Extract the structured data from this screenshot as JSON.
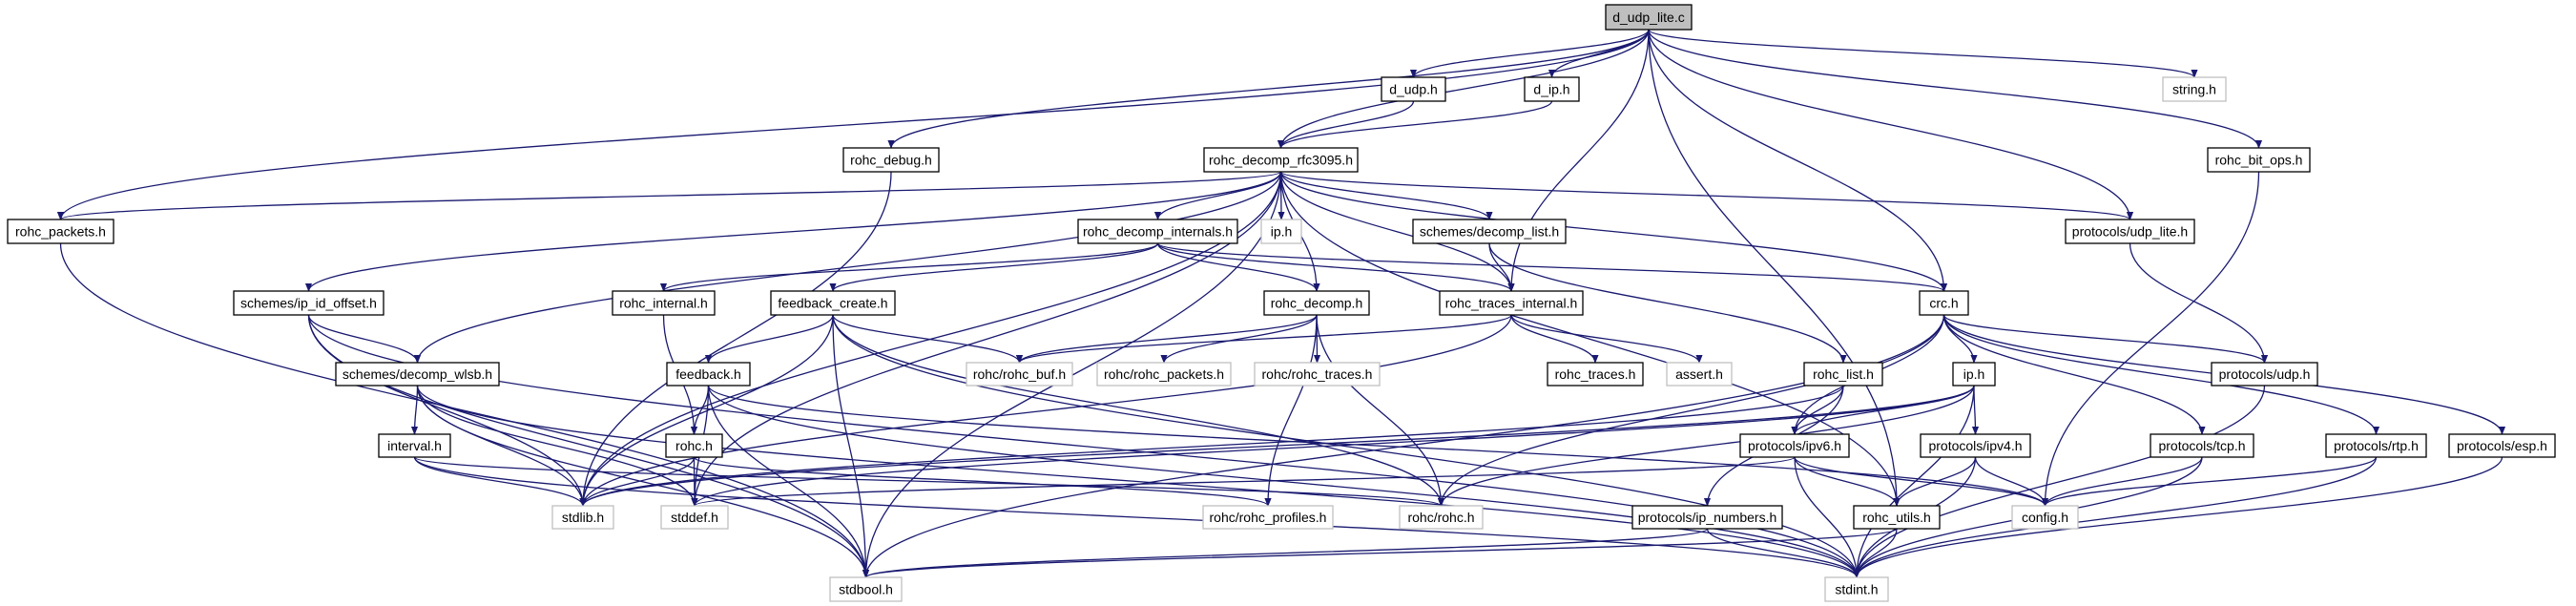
{
  "title": "d_udp_lite.c include dependency graph",
  "colors": {
    "edge": "#191970",
    "node_border": "#000000",
    "external_border": "#bfbfbf",
    "root_fill": "#bfbfbf",
    "node_fill": "#ffffff"
  },
  "nodes": [
    {
      "id": "root",
      "label": "d_udp_lite.c",
      "kind": "root"
    },
    {
      "id": "d_udp",
      "label": "d_udp.h",
      "kind": "internal"
    },
    {
      "id": "d_ip",
      "label": "d_ip.h",
      "kind": "internal"
    },
    {
      "id": "string",
      "label": "string.h",
      "kind": "external"
    },
    {
      "id": "rohc_debug",
      "label": "rohc_debug.h",
      "kind": "internal"
    },
    {
      "id": "rfc3095",
      "label": "rohc_decomp_rfc3095.h",
      "kind": "internal"
    },
    {
      "id": "bit_ops",
      "label": "rohc_bit_ops.h",
      "kind": "internal"
    },
    {
      "id": "rohc_packets",
      "label": "rohc_packets.h",
      "kind": "internal"
    },
    {
      "id": "decomp_internals",
      "label": "rohc_decomp_internals.h",
      "kind": "internal"
    },
    {
      "id": "ip_gray",
      "label": "ip.h",
      "kind": "external"
    },
    {
      "id": "decomp_list",
      "label": "schemes/decomp_list.h",
      "kind": "internal"
    },
    {
      "id": "udp_lite",
      "label": "protocols/udp_lite.h",
      "kind": "internal"
    },
    {
      "id": "ip_id_offset",
      "label": "schemes/ip_id_offset.h",
      "kind": "internal"
    },
    {
      "id": "rohc_internal",
      "label": "rohc_internal.h",
      "kind": "internal"
    },
    {
      "id": "feedback_create",
      "label": "feedback_create.h",
      "kind": "internal"
    },
    {
      "id": "rohc_decomp",
      "label": "rohc_decomp.h",
      "kind": "internal"
    },
    {
      "id": "traces_internal",
      "label": "rohc_traces_internal.h",
      "kind": "internal"
    },
    {
      "id": "crc",
      "label": "crc.h",
      "kind": "internal"
    },
    {
      "id": "decomp_wlsb",
      "label": "schemes/decomp_wlsb.h",
      "kind": "internal"
    },
    {
      "id": "feedback",
      "label": "feedback.h",
      "kind": "internal"
    },
    {
      "id": "rohc_buf",
      "label": "rohc/rohc_buf.h",
      "kind": "external"
    },
    {
      "id": "rohc_rohc_packets",
      "label": "rohc/rohc_packets.h",
      "kind": "external"
    },
    {
      "id": "rohc_rohc_traces",
      "label": "rohc/rohc_traces.h",
      "kind": "external"
    },
    {
      "id": "rohc_traces",
      "label": "rohc_traces.h",
      "kind": "internal"
    },
    {
      "id": "assert",
      "label": "assert.h",
      "kind": "external"
    },
    {
      "id": "rohc_list",
      "label": "rohc_list.h",
      "kind": "internal"
    },
    {
      "id": "ip",
      "label": "ip.h",
      "kind": "internal"
    },
    {
      "id": "udp",
      "label": "protocols/udp.h",
      "kind": "internal"
    },
    {
      "id": "interval",
      "label": "interval.h",
      "kind": "internal"
    },
    {
      "id": "rohc_h",
      "label": "rohc.h",
      "kind": "internal"
    },
    {
      "id": "ipv6",
      "label": "protocols/ipv6.h",
      "kind": "internal"
    },
    {
      "id": "ipv4",
      "label": "protocols/ipv4.h",
      "kind": "internal"
    },
    {
      "id": "tcp",
      "label": "protocols/tcp.h",
      "kind": "internal"
    },
    {
      "id": "rtp",
      "label": "protocols/rtp.h",
      "kind": "internal"
    },
    {
      "id": "esp",
      "label": "protocols/esp.h",
      "kind": "internal"
    },
    {
      "id": "stdlib",
      "label": "stdlib.h",
      "kind": "external"
    },
    {
      "id": "stddef",
      "label": "stddef.h",
      "kind": "external"
    },
    {
      "id": "rohc_profiles",
      "label": "rohc/rohc_profiles.h",
      "kind": "external"
    },
    {
      "id": "rohc_rohc",
      "label": "rohc/rohc.h",
      "kind": "external"
    },
    {
      "id": "ip_numbers",
      "label": "protocols/ip_numbers.h",
      "kind": "internal"
    },
    {
      "id": "rohc_utils",
      "label": "rohc_utils.h",
      "kind": "internal"
    },
    {
      "id": "config",
      "label": "config.h",
      "kind": "external"
    },
    {
      "id": "stdbool",
      "label": "stdbool.h",
      "kind": "external"
    },
    {
      "id": "stdint",
      "label": "stdint.h",
      "kind": "external"
    }
  ],
  "edges": [
    [
      "root",
      "rfc3095"
    ],
    [
      "root",
      "d_udp"
    ],
    [
      "root",
      "d_ip"
    ],
    [
      "root",
      "rohc_debug"
    ],
    [
      "root",
      "rohc_packets"
    ],
    [
      "root",
      "traces_internal"
    ],
    [
      "root",
      "crc"
    ],
    [
      "root",
      "rohc_utils"
    ],
    [
      "root",
      "udp_lite"
    ],
    [
      "root",
      "string"
    ],
    [
      "root",
      "bit_ops"
    ],
    [
      "d_udp",
      "rfc3095"
    ],
    [
      "d_ip",
      "rfc3095"
    ],
    [
      "rfc3095",
      "decomp_internals"
    ],
    [
      "rfc3095",
      "ip_gray"
    ],
    [
      "rfc3095",
      "decomp_list"
    ],
    [
      "rfc3095",
      "rohc_decomp"
    ],
    [
      "rfc3095",
      "crc"
    ],
    [
      "rfc3095",
      "udp_lite"
    ],
    [
      "rfc3095",
      "rohc_packets"
    ],
    [
      "rfc3095",
      "ip_id_offset"
    ],
    [
      "rfc3095",
      "decomp_wlsb"
    ],
    [
      "rfc3095",
      "stdlib"
    ],
    [
      "rfc3095",
      "stddef"
    ],
    [
      "rfc3095",
      "stdbool"
    ],
    [
      "rfc3095",
      "rohc_utils"
    ],
    [
      "rfc3095",
      "traces_internal"
    ],
    [
      "rohc_debug",
      "stdlib"
    ],
    [
      "decomp_internals",
      "rohc_internal"
    ],
    [
      "decomp_internals",
      "feedback_create"
    ],
    [
      "decomp_internals",
      "rohc_decomp"
    ],
    [
      "decomp_internals",
      "traces_internal"
    ],
    [
      "decomp_internals",
      "crc"
    ],
    [
      "decomp_list",
      "traces_internal"
    ],
    [
      "decomp_list",
      "rohc_list"
    ],
    [
      "udp_lite",
      "udp"
    ],
    [
      "rohc_packets",
      "stdbool"
    ],
    [
      "ip_id_offset",
      "decomp_wlsb"
    ],
    [
      "ip_id_offset",
      "stdlib"
    ],
    [
      "ip_id_offset",
      "stdbool"
    ],
    [
      "ip_id_offset",
      "stdint"
    ],
    [
      "rohc_internal",
      "rohc_h"
    ],
    [
      "feedback_create",
      "feedback"
    ],
    [
      "feedback_create",
      "rohc_buf"
    ],
    [
      "feedback_create",
      "stdlib"
    ],
    [
      "feedback_create",
      "stdbool"
    ],
    [
      "feedback_create",
      "stdint"
    ],
    [
      "feedback_create",
      "rohc_rohc"
    ],
    [
      "rohc_decomp",
      "rohc_buf"
    ],
    [
      "rohc_decomp",
      "rohc_rohc_packets"
    ],
    [
      "rohc_decomp",
      "rohc_rohc_traces"
    ],
    [
      "rohc_decomp",
      "rohc_profiles"
    ],
    [
      "rohc_decomp",
      "rohc_rohc"
    ],
    [
      "traces_internal",
      "rohc_buf"
    ],
    [
      "traces_internal",
      "rohc_traces"
    ],
    [
      "traces_internal",
      "assert"
    ],
    [
      "traces_internal",
      "stdlib"
    ],
    [
      "crc",
      "ip"
    ],
    [
      "crc",
      "udp"
    ],
    [
      "crc",
      "tcp"
    ],
    [
      "crc",
      "rtp"
    ],
    [
      "crc",
      "esp"
    ],
    [
      "crc",
      "ipv6"
    ],
    [
      "crc",
      "stdbool"
    ],
    [
      "crc",
      "rohc_rohc"
    ],
    [
      "decomp_wlsb",
      "interval"
    ],
    [
      "decomp_wlsb",
      "stdlib"
    ],
    [
      "decomp_wlsb",
      "stddef"
    ],
    [
      "decomp_wlsb",
      "stdbool"
    ],
    [
      "decomp_wlsb",
      "stdint"
    ],
    [
      "feedback",
      "rohc_h"
    ],
    [
      "feedback",
      "stddef"
    ],
    [
      "feedback",
      "stdbool"
    ],
    [
      "feedback",
      "stdint"
    ],
    [
      "feedback",
      "config"
    ],
    [
      "rohc_list",
      "ipv6"
    ],
    [
      "rohc_list",
      "ip_numbers"
    ],
    [
      "rohc_list",
      "stdlib"
    ],
    [
      "ip",
      "ipv6"
    ],
    [
      "ip",
      "ipv4"
    ],
    [
      "ip",
      "stdlib"
    ],
    [
      "ip",
      "stddef"
    ],
    [
      "ip",
      "stdint"
    ],
    [
      "ip",
      "rohc_rohc"
    ],
    [
      "udp",
      "stdint"
    ],
    [
      "bit_ops",
      "config"
    ],
    [
      "interval",
      "stdlib"
    ],
    [
      "interval",
      "stdint"
    ],
    [
      "interval",
      "rohc_rohc"
    ],
    [
      "rohc_h",
      "stdlib"
    ],
    [
      "rohc_h",
      "stddef"
    ],
    [
      "rohc_h",
      "rohc_profiles"
    ],
    [
      "ipv6",
      "rohc_utils"
    ],
    [
      "ipv6",
      "stdint"
    ],
    [
      "ipv6",
      "config"
    ],
    [
      "ipv6",
      "stddef"
    ],
    [
      "ipv4",
      "rohc_utils"
    ],
    [
      "ipv4",
      "stdint"
    ],
    [
      "ipv4",
      "config"
    ],
    [
      "tcp",
      "config"
    ],
    [
      "tcp",
      "stdint"
    ],
    [
      "rtp",
      "config"
    ],
    [
      "rtp",
      "stdint"
    ],
    [
      "esp",
      "stdint"
    ],
    [
      "ip_numbers",
      "stdint"
    ],
    [
      "ip_numbers",
      "stdbool"
    ],
    [
      "rohc_utils",
      "stdint"
    ],
    [
      "rohc_utils",
      "stdbool"
    ]
  ]
}
